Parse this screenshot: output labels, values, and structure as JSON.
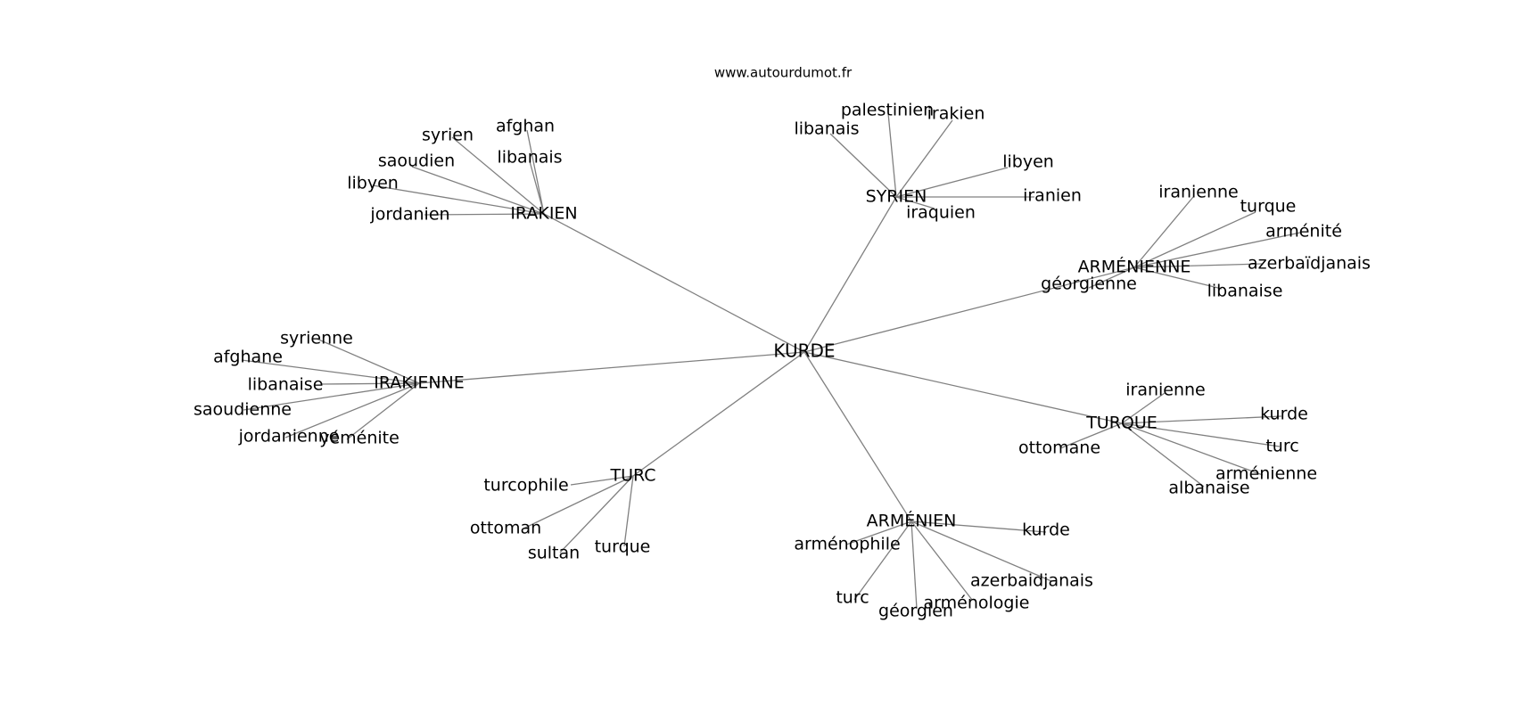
{
  "site_credit": "www.autourdumot.fr",
  "colors": {
    "edge": "#808080",
    "text": "#000000",
    "background": "#ffffff"
  },
  "graph": {
    "center": "KURDE",
    "groups": [
      {
        "hub": "SYRIEN",
        "leaves": [
          "libanais",
          "palestinien",
          "irakien",
          "libyen",
          "iranien",
          "iraquien"
        ]
      },
      {
        "hub": "IRAKIEN",
        "leaves": [
          "syrien",
          "afghan",
          "saoudien",
          "libanais",
          "libyen",
          "jordanien"
        ]
      },
      {
        "hub": "ARMÉNIENNE",
        "leaves": [
          "iranienne",
          "turque",
          "arménité",
          "azerbaïdjanais",
          "géorgienne",
          "libanaise"
        ]
      },
      {
        "hub": "IRAKIENNE",
        "leaves": [
          "syrienne",
          "afghane",
          "libanaise",
          "saoudienne",
          "jordanienne",
          "yéménite"
        ]
      },
      {
        "hub": "TURQUE",
        "leaves": [
          "iranienne",
          "kurde",
          "ottomane",
          "turc",
          "arménienne",
          "albanaise"
        ]
      },
      {
        "hub": "TURC",
        "leaves": [
          "turcophile",
          "ottoman",
          "sultan",
          "turque"
        ]
      },
      {
        "hub": "ARMÉNIEN",
        "leaves": [
          "kurde",
          "arménophile",
          "azerbaidjanais",
          "turc",
          "arménologie",
          "géorgien"
        ]
      }
    ]
  }
}
